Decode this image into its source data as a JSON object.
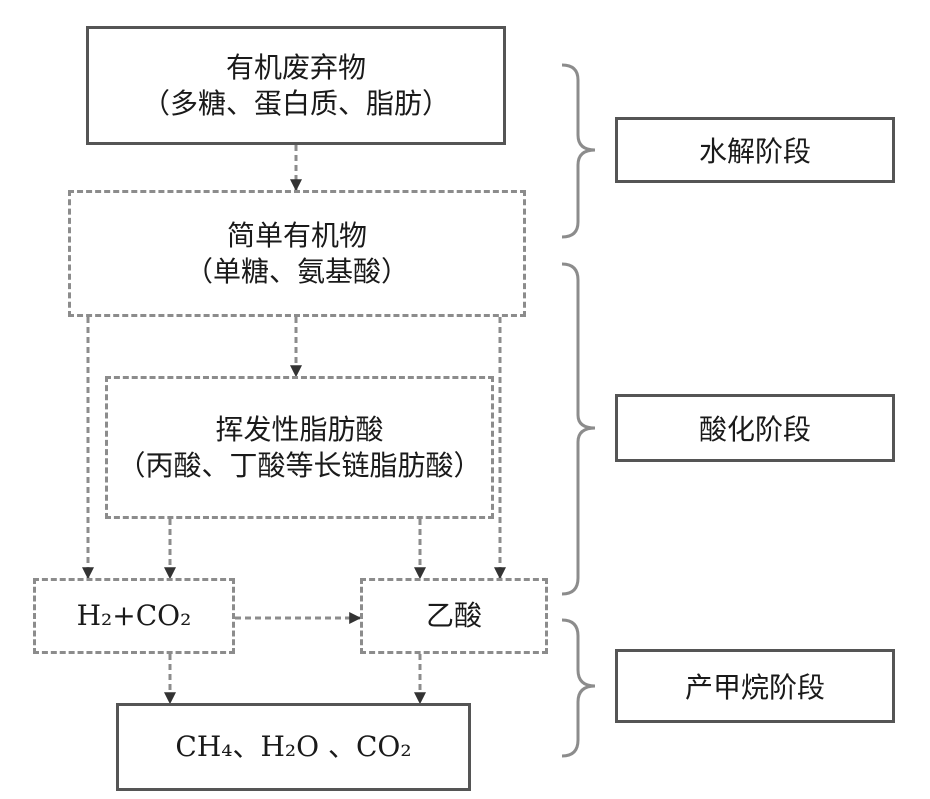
{
  "boxes": {
    "organic_waste": {
      "title": "有机废弃物",
      "subtitle": "（多糖、蛋白质、脂肪）"
    },
    "simple_organics": {
      "title": "简单有机物",
      "subtitle": "（单糖、氨基酸）"
    },
    "vfa": {
      "title": "挥发性脂肪酸",
      "subtitle": "（丙酸、丁酸等长链脂肪酸）"
    },
    "h2_co2": {
      "text": "H₂+CO₂"
    },
    "acetic_acid": {
      "text": "乙酸"
    },
    "products": {
      "text": "CH₄、H₂O 、CO₂"
    }
  },
  "stages": [
    {
      "label": "水解阶段"
    },
    {
      "label": "酸化阶段"
    },
    {
      "label": "产甲烷阶段"
    }
  ],
  "colors": {
    "solid_border": "#555555",
    "dashed_border": "#8c8c8c",
    "arrow": "#333333"
  }
}
